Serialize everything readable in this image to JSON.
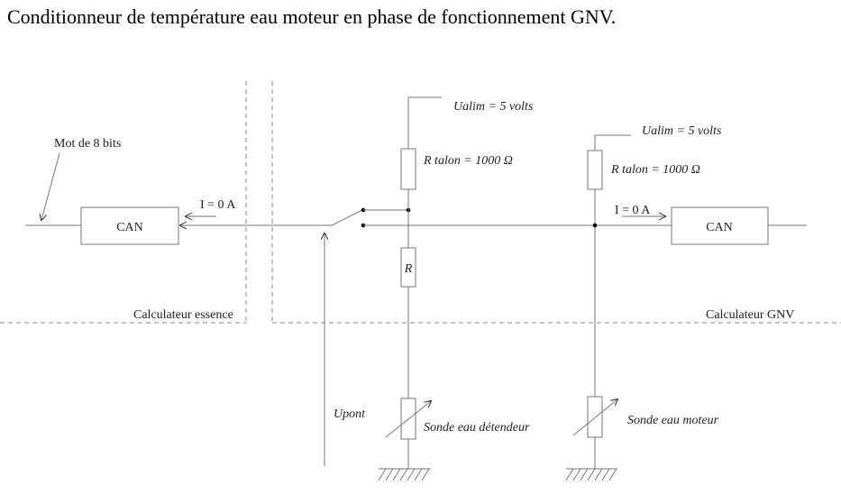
{
  "title": "Conditionneur de température eau moteur en phase de fonctionnement GNV.",
  "left": {
    "word_label": "Mot de 8 bits",
    "can": "CAN",
    "current": "I = 0 A",
    "zone": "Calculateur essence"
  },
  "right": {
    "can": "CAN",
    "current": "I = 0 A",
    "zone": "Calculateur GNV"
  },
  "branch1": {
    "supply": "Ualim = 5 volts",
    "pullup": "R talon = 1000 Ω",
    "resistor": "R",
    "sensor": "Sonde eau détendeur"
  },
  "branch2": {
    "supply": "Ualim = 5 volts",
    "pullup": "R talon = 1000 Ω",
    "sensor": "Sonde eau moteur"
  },
  "bridge_voltage": "Upont"
}
